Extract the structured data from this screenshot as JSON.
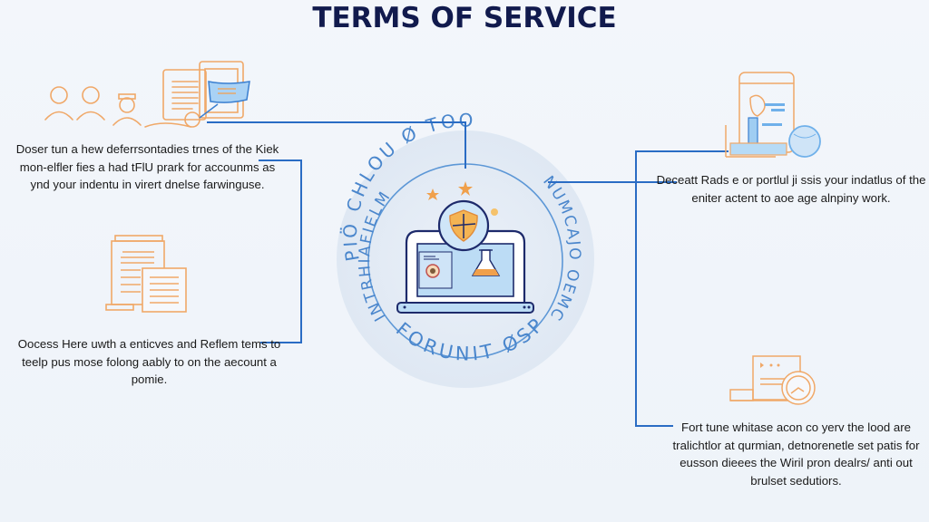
{
  "title": "TERMS OF SERVICE",
  "center": {
    "ring_text_top": "PIÖ  CHLOU Ø  TOO",
    "ring_text_left": "INTRHIAFIELM",
    "ring_text_right": "NUMCAJO OEMCAO",
    "ring_text_bottom": "FORUNIT ØSPOL"
  },
  "sections": [
    {
      "id": "top-left",
      "icon": "people-document-icon",
      "text": "Doser tun a hew deferrsontadies trnes of the Kiek mon-elfler fies a had tFlU prark for accounms as ynd your indentu in virert dnelse farwinguse."
    },
    {
      "id": "bottom-left",
      "icon": "documents-icon",
      "text": "Oocess Here uwth a enticves and Reflem tems to teelp pus mose folong aably to on the aecount a pomie."
    },
    {
      "id": "top-right",
      "icon": "tablet-globe-icon",
      "text": "Deceatt Rads e or portlul ji ssis your indatlus of the eniter actent to aoe age alnpiny work."
    },
    {
      "id": "bottom-right",
      "icon": "magnifier-document-icon",
      "text": "Fort tune whitase acon co yerv the lood are tralichtlor at qurmian, detnorenetle set patis for eusson dieees the Wiril pron dealrs/ anti out brulset sedutiors."
    }
  ],
  "colors": {
    "title": "#111a4d",
    "connector": "#2a6cc4",
    "icon_orange": "#f0a868",
    "icon_blue": "#6fb0ea",
    "circle_bg": "#e3ebf5"
  }
}
